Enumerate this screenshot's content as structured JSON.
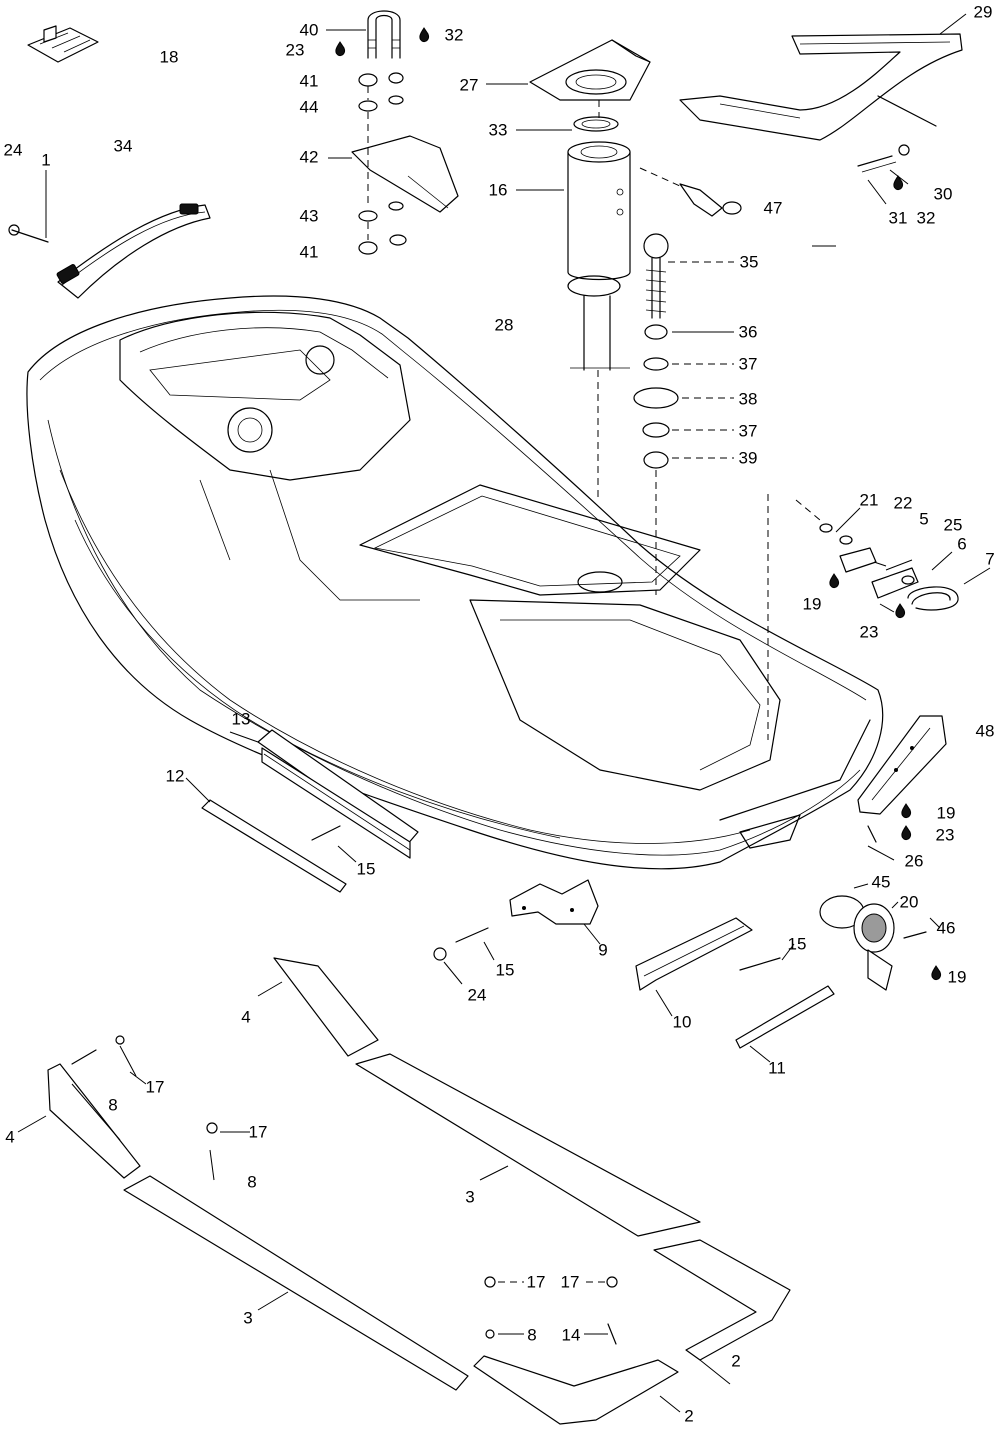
{
  "diagram": {
    "callouts": [
      "1",
      "2",
      "2",
      "3",
      "3",
      "4",
      "4",
      "5",
      "6",
      "7",
      "8",
      "8",
      "8",
      "9",
      "10",
      "11",
      "12",
      "13",
      "14",
      "15",
      "15",
      "15",
      "16",
      "17",
      "17",
      "17",
      "17",
      "18",
      "19",
      "19",
      "19",
      "20",
      "21",
      "22",
      "23",
      "23",
      "23",
      "24",
      "24",
      "25",
      "26",
      "27",
      "28",
      "29",
      "30",
      "31",
      "32",
      "32",
      "33",
      "34",
      "35",
      "36",
      "37",
      "37",
      "38",
      "39",
      "40",
      "41",
      "41",
      "42",
      "43",
      "44",
      "45",
      "46",
      "47",
      "48"
    ]
  },
  "icons": {
    "adhesive_marker": "drop-icon"
  }
}
